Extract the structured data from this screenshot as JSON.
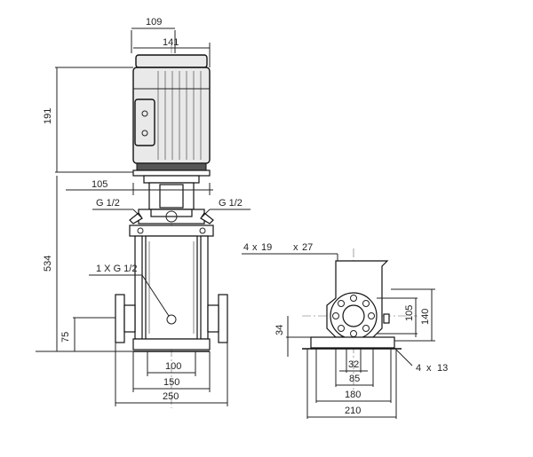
{
  "dimensions": {
    "motor_top_width": "109",
    "motor_width": "141",
    "motor_height": "191",
    "coupling_width": "105",
    "total_height": "534",
    "inlet_height": "75",
    "base_inner": "100",
    "base_mid": "150",
    "base_total": "250",
    "side_ground": "34",
    "side_32": "32",
    "side_85": "85",
    "side_180": "180",
    "side_210": "210",
    "flange_105": "105",
    "flange_140": "140"
  },
  "labels": {
    "port_left": "G 1/2",
    "port_right": "G 1/2",
    "drain": "1 X G 1/2",
    "bolts_count": "4",
    "bolts_x": "x",
    "bolts_size": "19",
    "bolts_x2": "x",
    "bolts_size2": "27",
    "foot_count": "4",
    "foot_x": "x",
    "foot_size": "13"
  },
  "colors": {
    "line": "#222222",
    "motor_fill": "#e9e9e9",
    "background": "#ffffff"
  }
}
